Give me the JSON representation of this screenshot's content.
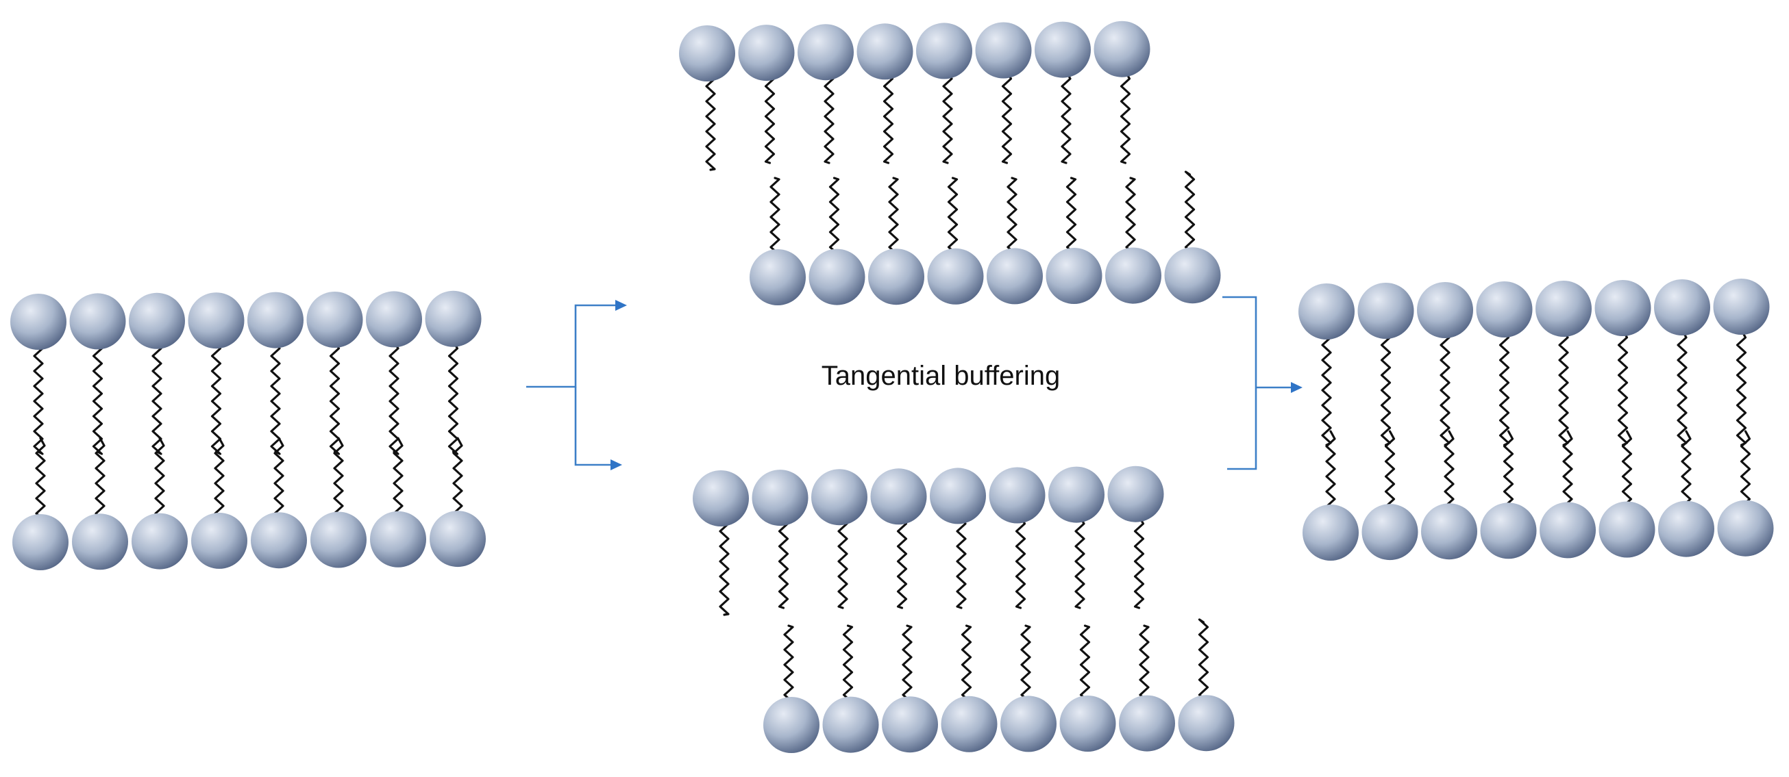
{
  "caption": "Tangential buffering",
  "colors": {
    "head_light": "#e6ebf4",
    "head_mid": "#a8b6cc",
    "head_dark": "#4e5f80",
    "tail": "#111111",
    "arrow": "#3c7fc7"
  },
  "lipids_per_leaflet": 8,
  "panels": [
    {
      "name": "bilayer-initial"
    },
    {
      "name": "bilayer-shifted-top"
    },
    {
      "name": "bilayer-shifted-bottom"
    },
    {
      "name": "bilayer-final"
    }
  ]
}
